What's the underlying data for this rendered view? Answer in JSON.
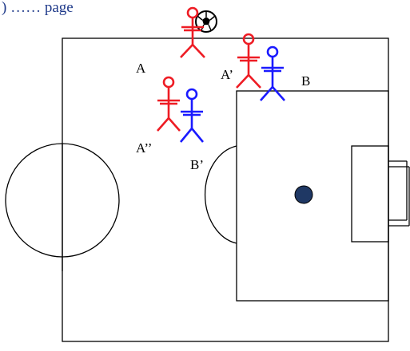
{
  "caption": ") …… page",
  "colors": {
    "team_a": "#ee1c24",
    "team_b": "#1a1aff",
    "penalty_spot": "#1f3864",
    "caption": "#1f3a8a",
    "lines": "#000000"
  },
  "labels": {
    "a": "A",
    "a_prime": "A’",
    "a_double_prime": "A’’",
    "b": "B",
    "b_prime": "B’"
  },
  "icons": {
    "ball": "soccer-ball-icon",
    "player": "stick-figure-icon"
  }
}
